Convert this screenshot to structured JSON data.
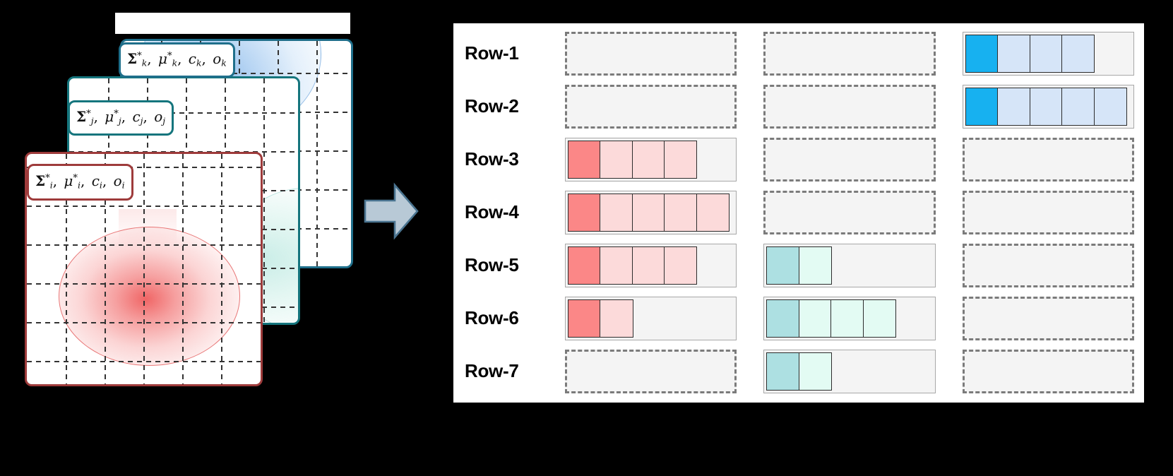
{
  "figure": {
    "left_panel": {
      "name": "stacked-gaussian-grid-cards",
      "cards": [
        {
          "id": "k",
          "label": "Σ*ₖ, μ*ₖ, cₖ, oₖ",
          "label_parts": {
            "sigma": "Σ",
            "mu": "μ",
            "c": "c",
            "o": "o",
            "index": "k",
            "star": "*"
          },
          "border_color": "#1f6f8b",
          "blob_color": "#2e80d6"
        },
        {
          "id": "j",
          "label": "Σ*ⱼ, μ*ⱼ, cⱼ, oⱼ",
          "label_parts": {
            "sigma": "Σ",
            "mu": "μ",
            "c": "c",
            "o": "o",
            "index": "j",
            "star": "*"
          },
          "border_color": "#15757d",
          "blob_color": "#78d2c3"
        },
        {
          "id": "i",
          "label": "Σ*ᵢ, μ*ᵢ, cᵢ, oᵢ",
          "label_parts": {
            "sigma": "Σ",
            "mu": "μ",
            "c": "c",
            "o": "o",
            "index": "i",
            "star": "*"
          },
          "border_color": "#9e3b3b",
          "blob_color": "#e92424"
        }
      ]
    },
    "arrow": {
      "name": "flow-arrow-right",
      "direction": "right",
      "fill": "#b8c9d6",
      "stroke": "#4a7490"
    },
    "right_panel": {
      "name": "allocation-grid",
      "background": "#ffffff",
      "columns": [
        "column-1",
        "column-2",
        "column-3"
      ],
      "colors": {
        "red_strong": "#fb8787",
        "red_light": "#fcdada",
        "teal_strong": "#ade0e2",
        "teal_light": "#e3fbf3",
        "blue_strong": "#17b1f0",
        "blue_light": "#d6e5f8",
        "slot_background": "#f4f4f4",
        "slot_dashed_border": "#7b7b7b",
        "slot_solid_border": "#a8a8a8"
      },
      "rows": [
        {
          "label": "Row-1",
          "slots": [
            {
              "state": "empty",
              "cells": 0,
              "capacity": 5,
              "color": null
            },
            {
              "state": "empty",
              "cells": 0,
              "capacity": 5,
              "color": null
            },
            {
              "state": "filled",
              "cells": 4,
              "capacity": 5,
              "color": "blue"
            }
          ]
        },
        {
          "label": "Row-2",
          "slots": [
            {
              "state": "empty",
              "cells": 0,
              "capacity": 5,
              "color": null
            },
            {
              "state": "empty",
              "cells": 0,
              "capacity": 5,
              "color": null
            },
            {
              "state": "filled",
              "cells": 5,
              "capacity": 5,
              "color": "blue"
            }
          ]
        },
        {
          "label": "Row-3",
          "slots": [
            {
              "state": "filled",
              "cells": 4,
              "capacity": 5,
              "color": "red"
            },
            {
              "state": "empty",
              "cells": 0,
              "capacity": 5,
              "color": null
            },
            {
              "state": "empty",
              "cells": 0,
              "capacity": 5,
              "color": null
            }
          ]
        },
        {
          "label": "Row-4",
          "slots": [
            {
              "state": "filled",
              "cells": 5,
              "capacity": 5,
              "color": "red"
            },
            {
              "state": "empty",
              "cells": 0,
              "capacity": 5,
              "color": null
            },
            {
              "state": "empty",
              "cells": 0,
              "capacity": 5,
              "color": null
            }
          ]
        },
        {
          "label": "Row-5",
          "slots": [
            {
              "state": "filled",
              "cells": 4,
              "capacity": 5,
              "color": "red"
            },
            {
              "state": "filled",
              "cells": 2,
              "capacity": 5,
              "color": "teal"
            },
            {
              "state": "empty",
              "cells": 0,
              "capacity": 5,
              "color": null
            }
          ]
        },
        {
          "label": "Row-6",
          "slots": [
            {
              "state": "filled",
              "cells": 2,
              "capacity": 5,
              "color": "red"
            },
            {
              "state": "filled",
              "cells": 4,
              "capacity": 5,
              "color": "teal"
            },
            {
              "state": "empty",
              "cells": 0,
              "capacity": 5,
              "color": null
            }
          ]
        },
        {
          "label": "Row-7",
          "slots": [
            {
              "state": "empty",
              "cells": 0,
              "capacity": 5,
              "color": null
            },
            {
              "state": "filled",
              "cells": 2,
              "capacity": 5,
              "color": "teal"
            },
            {
              "state": "empty",
              "cells": 0,
              "capacity": 5,
              "color": null
            }
          ]
        }
      ]
    }
  }
}
